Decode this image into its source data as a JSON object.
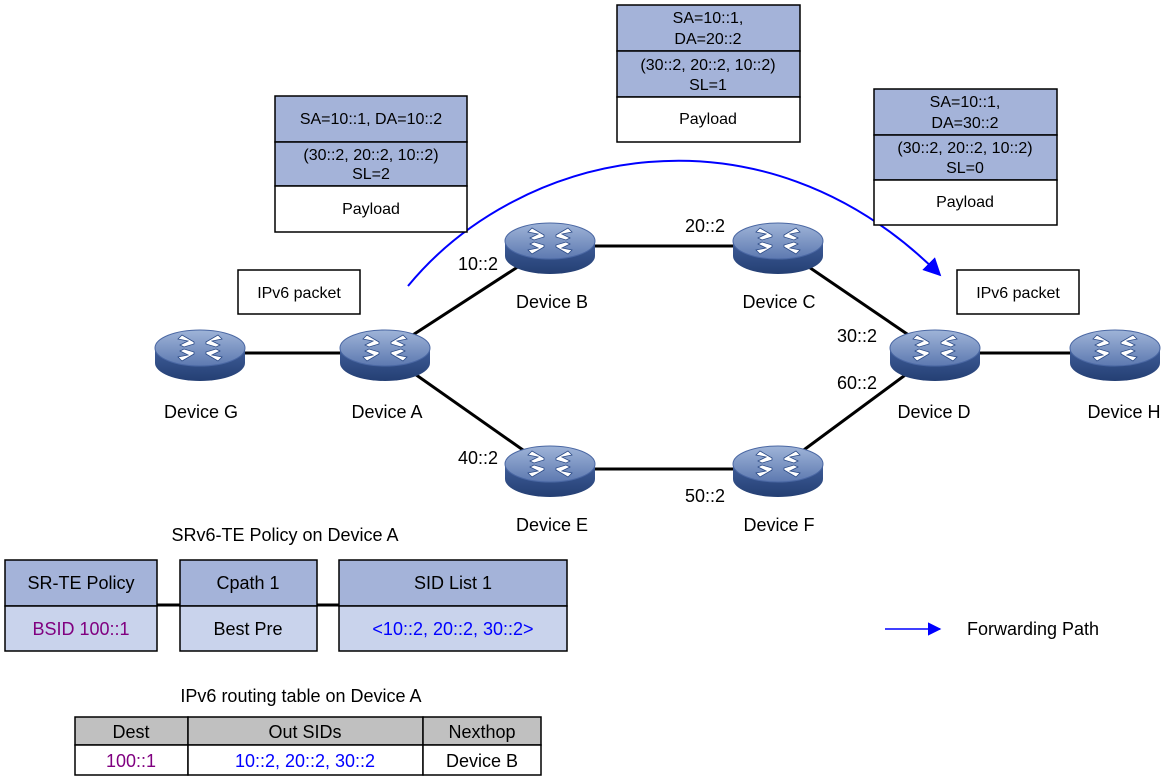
{
  "devices": {
    "g": "Device G",
    "a": "Device A",
    "b": "Device B",
    "c": "Device C",
    "d": "Device D",
    "e": "Device E",
    "f": "Device F",
    "h": "Device H"
  },
  "addresses": {
    "b_in": "10::2",
    "c_in": "20::2",
    "d_from_c": "30::2",
    "e_in": "40::2",
    "f_in": "50::2",
    "d_from_f": "60::2"
  },
  "ipv6_packet_label": "IPv6 packet",
  "packets": {
    "p1": {
      "ip": "SA=10::1, DA=10::2",
      "srh1": "(30::2, 20::2, 10::2)",
      "srh2": "SL=2",
      "payload": "Payload"
    },
    "p2": {
      "ip1": "SA=10::1,",
      "ip2": "DA=20::2",
      "srh1": "(30::2, 20::2, 10::2)",
      "srh2": "SL=1",
      "payload": "Payload"
    },
    "p3": {
      "ip1": "SA=10::1,",
      "ip2": "DA=30::2",
      "srh1": "(30::2, 20::2, 10::2)",
      "srh2": "SL=0",
      "payload": "Payload"
    }
  },
  "policy": {
    "title": "SRv6-TE Policy on Device A",
    "sr_te_policy": {
      "header": "SR-TE Policy",
      "value": "BSID 100::1"
    },
    "cpath": {
      "header": "Cpath 1",
      "value": "Best Pre"
    },
    "sid_list": {
      "header": "SID List 1",
      "value": "<10::2, 20::2, 30::2>"
    }
  },
  "routing_table": {
    "title": "IPv6 routing table on Device A",
    "headers": [
      "Dest",
      "Out SIDs",
      "Nexthop"
    ],
    "row": [
      "100::1",
      "10::2, 20::2, 30::2",
      "Device B"
    ]
  },
  "legend": {
    "forwarding_path": "Forwarding Path"
  },
  "colors": {
    "header_fill": "#a4b3d9",
    "cell_fill": "#c9d3ec",
    "path": "#0000ff",
    "bsid_text": "#800080",
    "sid_text": "#0000ff",
    "table_header": "#c0c0c0"
  }
}
